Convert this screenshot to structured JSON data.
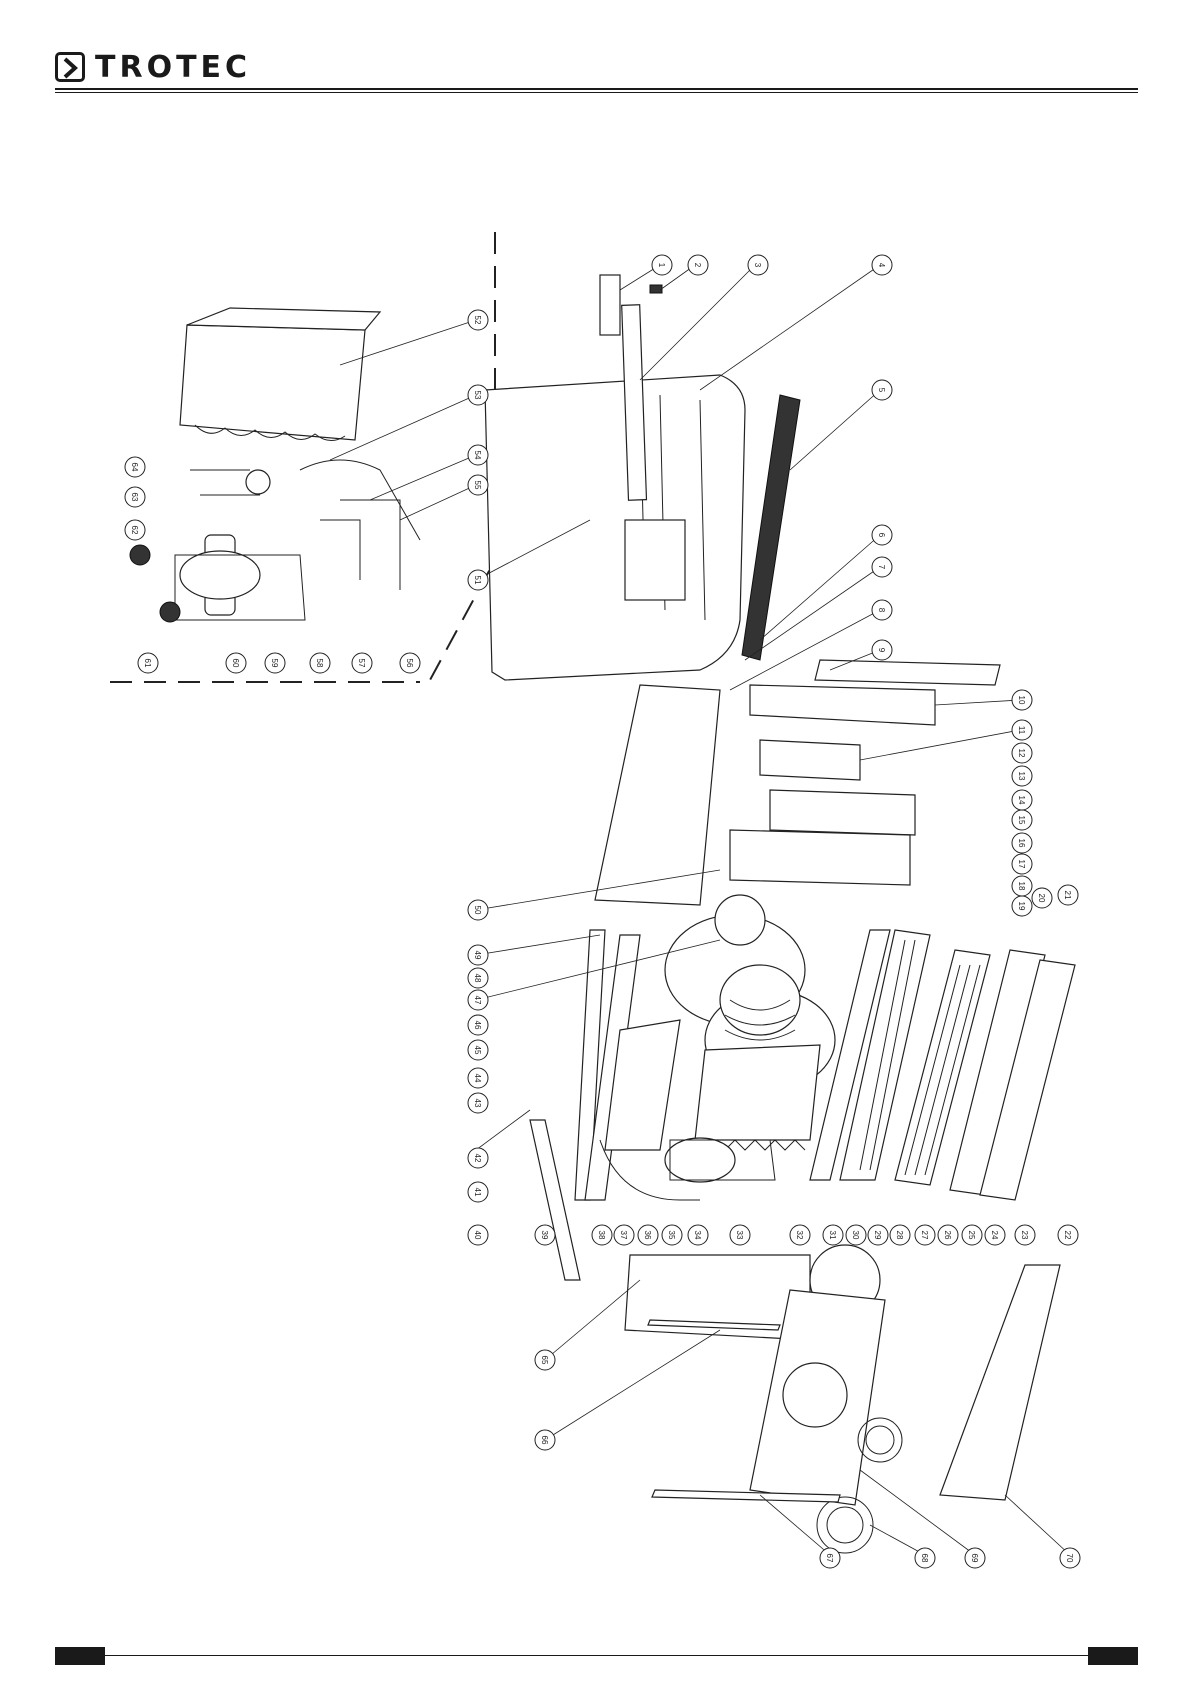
{
  "brand": {
    "name": "TROTEC"
  },
  "diagram": {
    "callouts": [
      "1",
      "2",
      "3",
      "4",
      "5",
      "6",
      "7",
      "8",
      "9",
      "10",
      "11",
      "12",
      "13",
      "14",
      "15",
      "16",
      "17",
      "18",
      "19",
      "20",
      "21",
      "22",
      "23",
      "24",
      "25",
      "26",
      "27",
      "28",
      "29",
      "30",
      "31",
      "32",
      "33",
      "34",
      "35",
      "36",
      "37",
      "38",
      "39",
      "40",
      "41",
      "42",
      "43",
      "44",
      "45",
      "46",
      "47",
      "48",
      "49",
      "50",
      "51",
      "52",
      "53",
      "54",
      "55",
      "56",
      "57",
      "58",
      "59",
      "60",
      "61",
      "62",
      "63",
      "64",
      "65",
      "66",
      "67",
      "68",
      "69",
      "70"
    ]
  }
}
